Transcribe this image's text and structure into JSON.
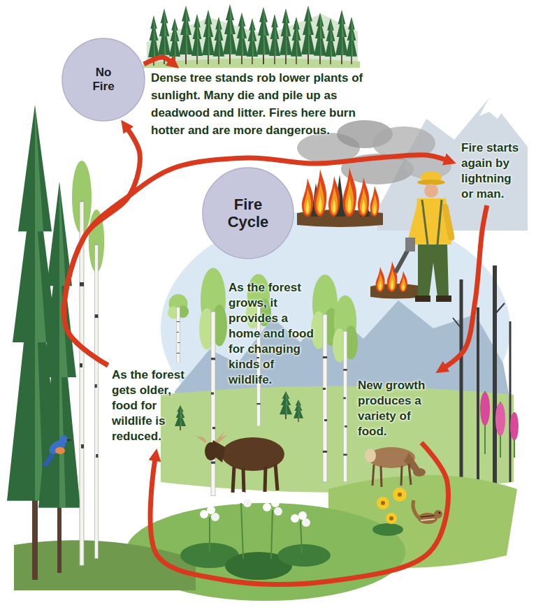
{
  "diagram": {
    "nodes": [
      {
        "text": [
          "No Fire"
        ]
      },
      {
        "text": [
          "Dense tree stands rob lower plants of sunlight. Many die and pile up as deadwood and litter. Fires here burn hotter and are more dangerous."
        ]
      },
      {
        "text": [
          "Fire Cycle"
        ]
      },
      {
        "text": [
          "Fire starts again by lightning or man."
        ]
      },
      {
        "text": [
          "As the forest grows, it provides a home and food for changing kinds of wildlife."
        ]
      },
      {
        "text": [
          "New growth produces a variety of food."
        ]
      },
      {
        "text": [
          "As the forest gets older, food for wildlife is reduced."
        ]
      }
    ],
    "edges": [
      {
        "from": 6,
        "to": 0,
        "arrow": "to"
      },
      {
        "from": 0,
        "to": 1,
        "arrow": "to"
      },
      {
        "from": 6,
        "to": 3,
        "arrow": "to"
      },
      {
        "from": 3,
        "to": 5,
        "arrow": "to"
      },
      {
        "from": 5,
        "to": 6,
        "arrow": "to"
      }
    ]
  }
}
